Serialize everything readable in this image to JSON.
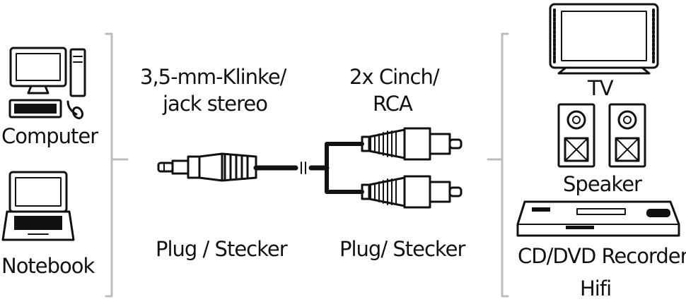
{
  "sources": {
    "computer": "Computer",
    "notebook": "Notebook"
  },
  "cable": {
    "jack_line1": "3,5-mm-Klinke/",
    "jack_line2": "jack stereo",
    "rca_line1": "2x Cinch/",
    "rca_line2": "RCA",
    "plug_left": "Plug / Stecker",
    "plug_right": "Plug/ Stecker"
  },
  "targets": {
    "tv": "TV",
    "speaker": "Speaker",
    "recorder": "CD/DVD Recorder",
    "hifi": "Hifi"
  },
  "colors": {
    "line": "#111111",
    "bracket": "#bdbdbd",
    "fill": "#ffffff"
  }
}
